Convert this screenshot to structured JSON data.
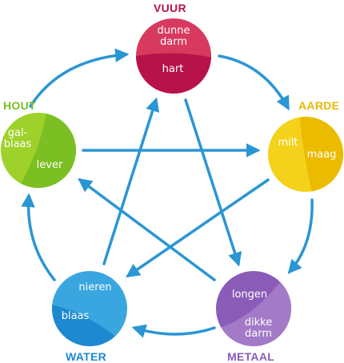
{
  "elements": {
    "vuur": {
      "label": "VUUR",
      "organs": [
        "dunne darm",
        "hart"
      ],
      "color_light": "#d8395e",
      "color_dark": "#b7124a",
      "label_color": "#b7124a"
    },
    "aarde": {
      "label": "AARDE",
      "organs": [
        "milt",
        "maag"
      ],
      "color_light": "#f4d21c",
      "color_dark": "#ebbb00",
      "label_color": "#e7b800"
    },
    "metaal": {
      "label": "METAAL",
      "organs": [
        "longen",
        "dikke darm"
      ],
      "color_light": "#a27ac7",
      "color_dark": "#8a5cb8",
      "label_color": "#8a5cb8"
    },
    "water": {
      "label": "WATER",
      "organs": [
        "nieren",
        "blaas"
      ],
      "color_light": "#3aa6e0",
      "color_dark": "#1e88d1",
      "label_color": "#1e88d1"
    },
    "hout": {
      "label": "HOUT",
      "organs": [
        "gal-blaas",
        "lever"
      ],
      "color_light": "#9ed12a",
      "color_dark": "#7bbf22",
      "label_color": "#7bbf22"
    }
  },
  "arrow_color": "#2a96d3",
  "cycle_generating": [
    "hout",
    "vuur",
    "aarde",
    "metaal",
    "water"
  ],
  "cycle_controlling": [
    "vuur",
    "metaal",
    "hout",
    "aarde",
    "water"
  ]
}
